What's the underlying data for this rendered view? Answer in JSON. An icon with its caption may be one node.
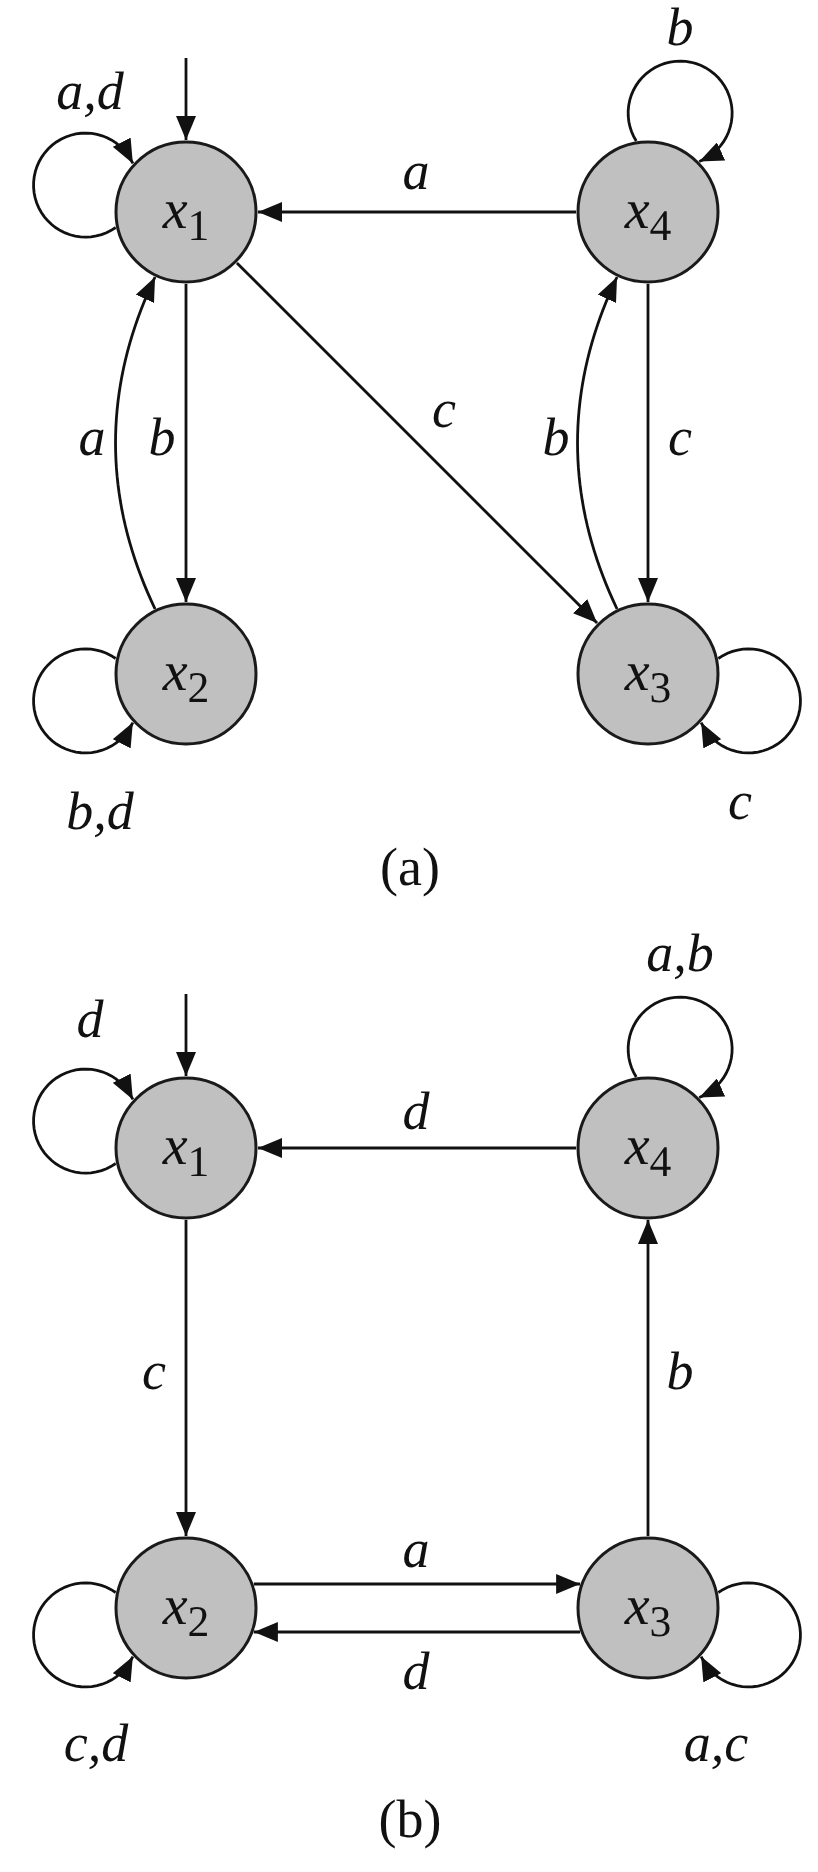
{
  "diagram": {
    "nodes": [
      {
        "text": [
          "*x*$_{1}$"
        ]
      },
      {
        "text": [
          "*x*$_{4}$"
        ]
      },
      {
        "text": [
          "*x*$_{2}$"
        ]
      },
      {
        "text": [
          "*x*$_{3}$"
        ]
      },
      {
        "text": [
          "*x*$_{1}$"
        ]
      },
      {
        "text": [
          "*x*$_{4}$"
        ]
      },
      {
        "text": [
          "*x*$_{2}$"
        ]
      },
      {
        "text": [
          "*x*$_{3}$"
        ]
      }
    ],
    "edges": [
      {
        "from": null,
        "to": 0,
        "arrow": "to"
      },
      {
        "from": 0,
        "to": 0,
        "arrow": "to",
        "label": "a,d"
      },
      {
        "from": 1,
        "to": 1,
        "arrow": "to",
        "label": "b"
      },
      {
        "from": 1,
        "to": 0,
        "arrow": "to",
        "label": "a"
      },
      {
        "from": 0,
        "to": 2,
        "arrow": "to",
        "label": "b"
      },
      {
        "from": 2,
        "to": 0,
        "arrow": "to",
        "label": "a"
      },
      {
        "from": 0,
        "to": 3,
        "arrow": "to",
        "label": "c"
      },
      {
        "from": 3,
        "to": 1,
        "arrow": "to",
        "label": "b"
      },
      {
        "from": 1,
        "to": 3,
        "arrow": "to",
        "label": "c"
      },
      {
        "from": 2,
        "to": 2,
        "arrow": "to",
        "label": "b,d"
      },
      {
        "from": 3,
        "to": 3,
        "arrow": "to",
        "label": "c"
      },
      {
        "from": null,
        "to": 4,
        "arrow": "to"
      },
      {
        "from": 4,
        "to": 4,
        "arrow": "to",
        "label": "d"
      },
      {
        "from": 5,
        "to": 5,
        "arrow": "to",
        "label": "a,b"
      },
      {
        "from": 5,
        "to": 4,
        "arrow": "to",
        "label": "d"
      },
      {
        "from": 4,
        "to": 6,
        "arrow": "to",
        "label": "c"
      },
      {
        "from": 7,
        "to": 5,
        "arrow": "to",
        "label": "b"
      },
      {
        "from": 6,
        "to": 7,
        "arrow": "to",
        "label": "a"
      },
      {
        "from": 7,
        "to": 6,
        "arrow": "to",
        "label": "d"
      },
      {
        "from": 6,
        "to": 6,
        "arrow": "to",
        "label": "c,d"
      },
      {
        "from": 7,
        "to": 7,
        "arrow": "to",
        "label": "a,c"
      }
    ],
    "labels": [
      "(a)",
      "(b)"
    ]
  }
}
